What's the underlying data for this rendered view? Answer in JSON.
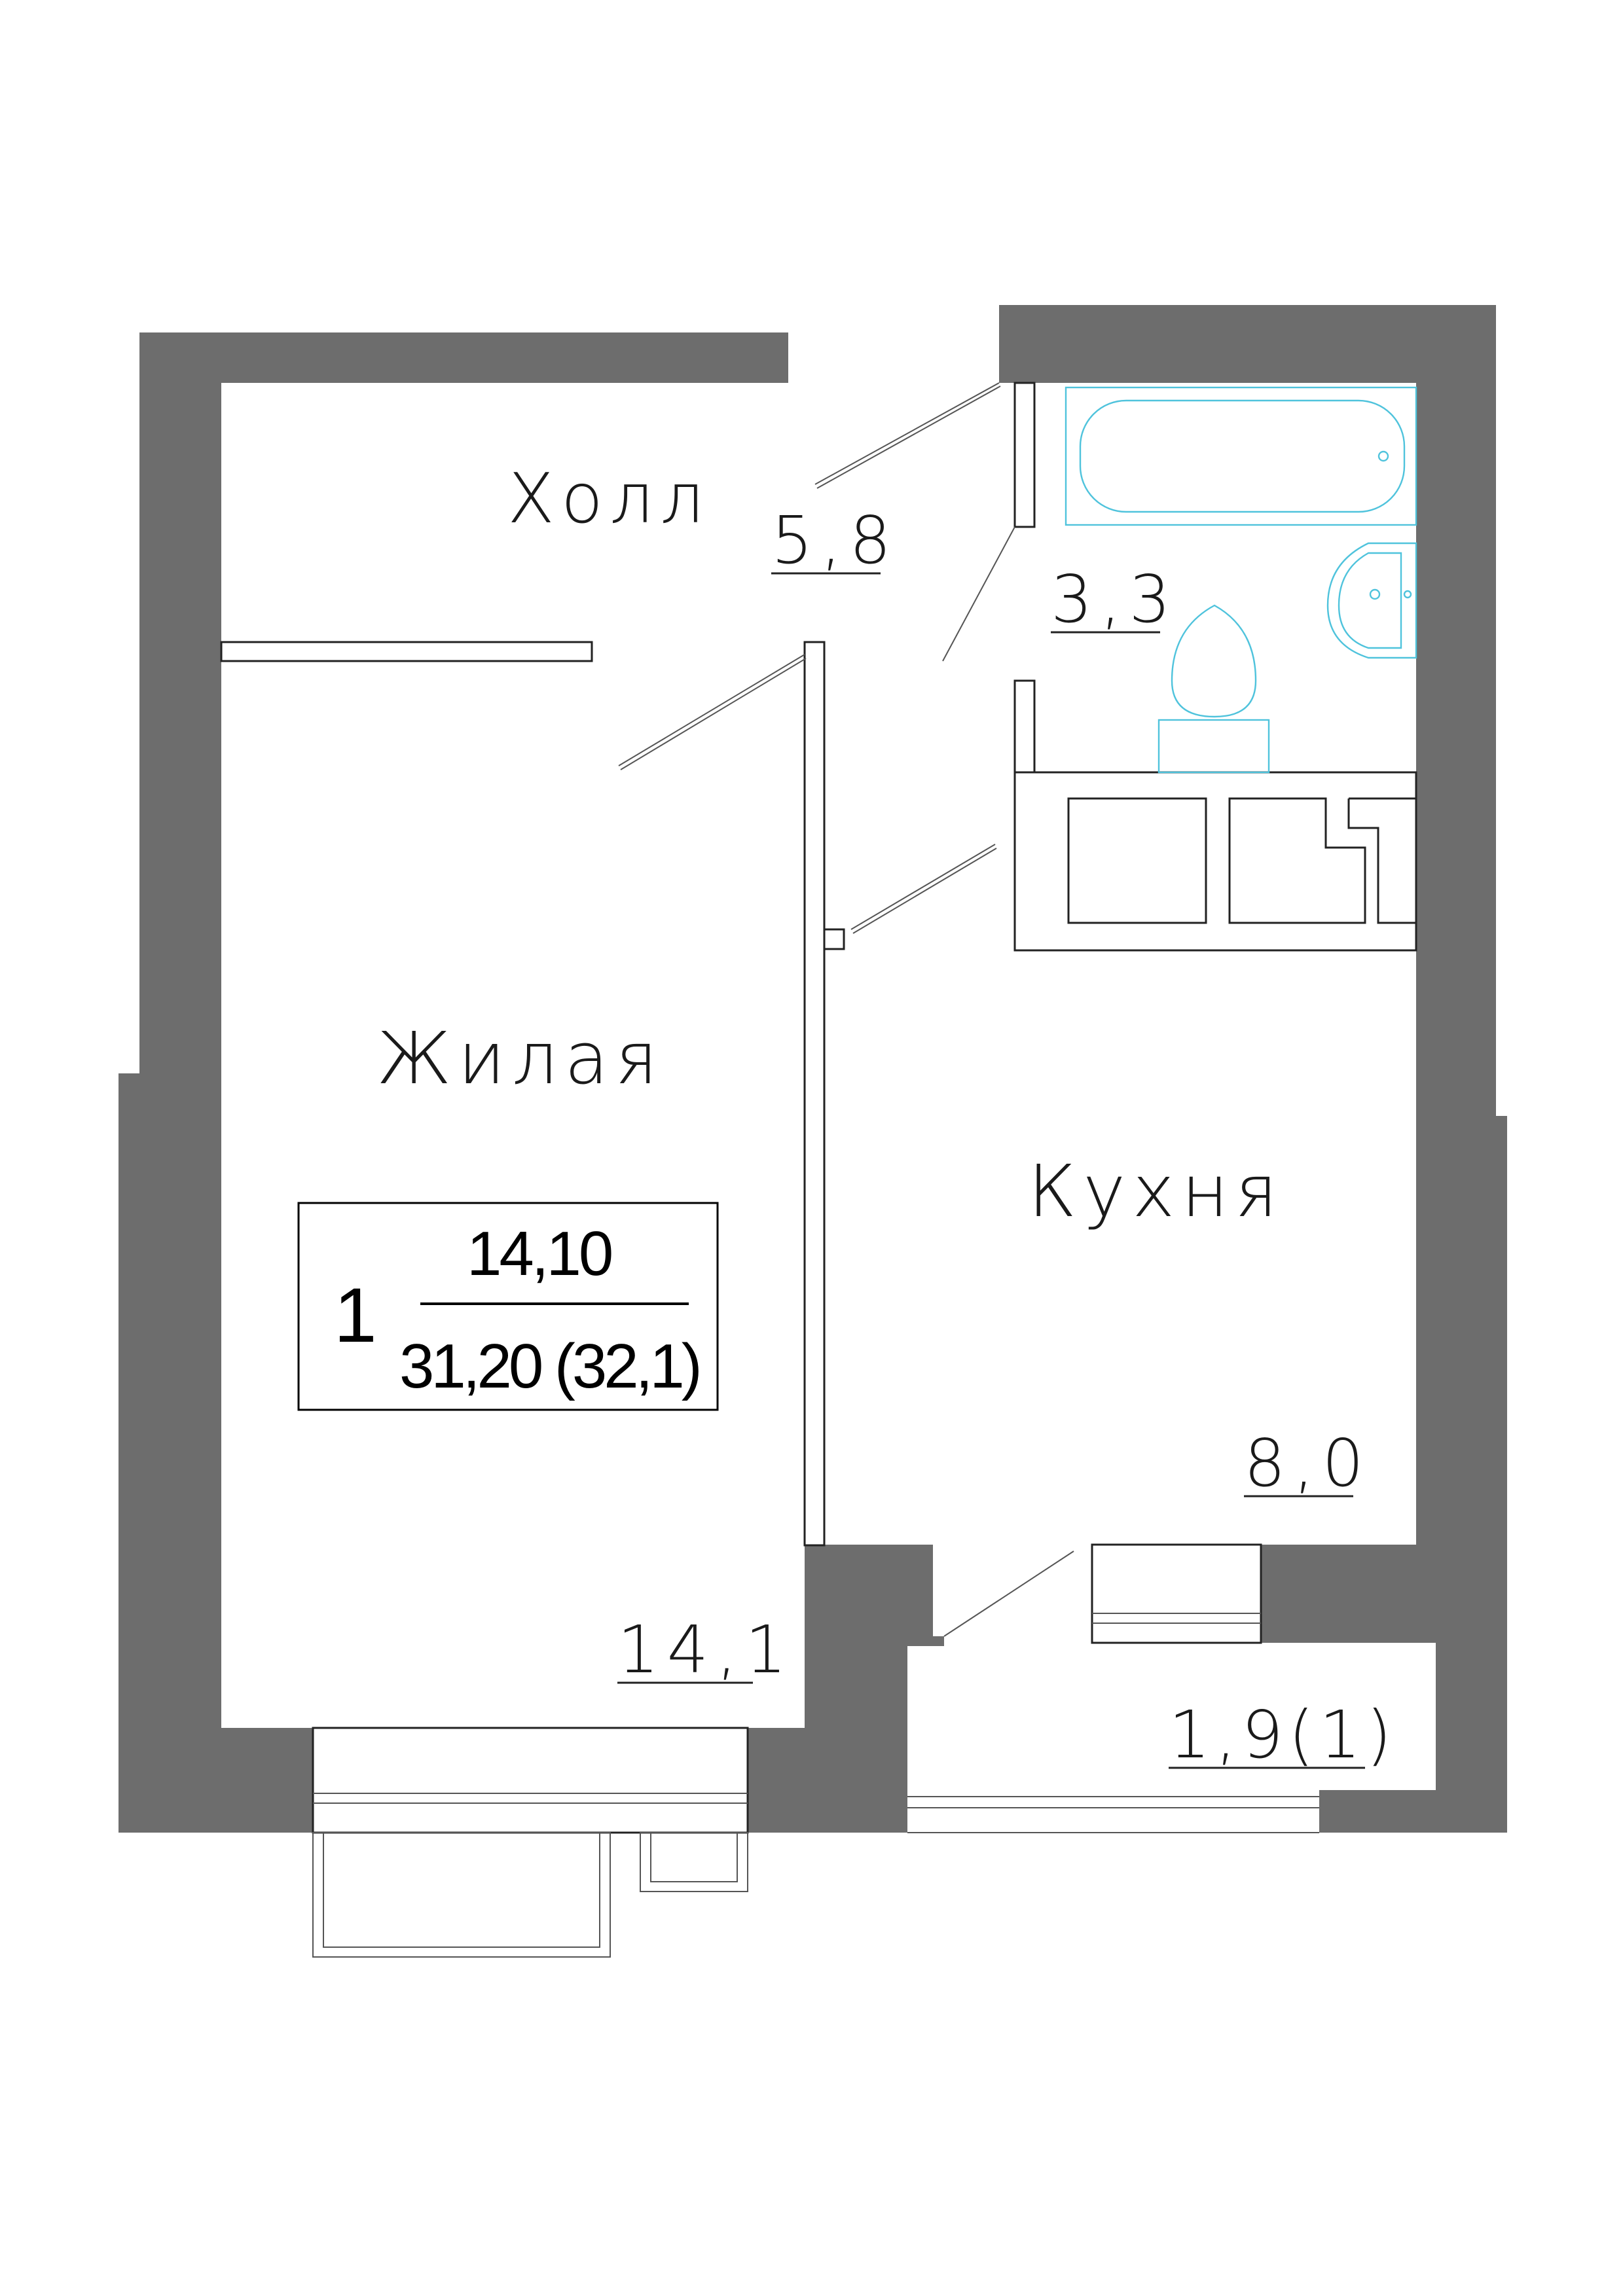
{
  "rooms": {
    "hall": {
      "name": "Холл",
      "area": "5,8"
    },
    "bathroom": {
      "area": "3,3"
    },
    "living": {
      "name": "Жилая",
      "area": "14,1"
    },
    "kitchen": {
      "name": "Кухня",
      "area": "8,0"
    },
    "balcony": {
      "area": "1,9(1)"
    }
  },
  "summary": {
    "rooms_count": "1",
    "living_area": "14,10",
    "total_area": "31,20 (32,1)"
  },
  "colors": {
    "wall": "#6d6d6d",
    "fixtures": "#4fc3dc",
    "text": "#1a1a1a"
  }
}
